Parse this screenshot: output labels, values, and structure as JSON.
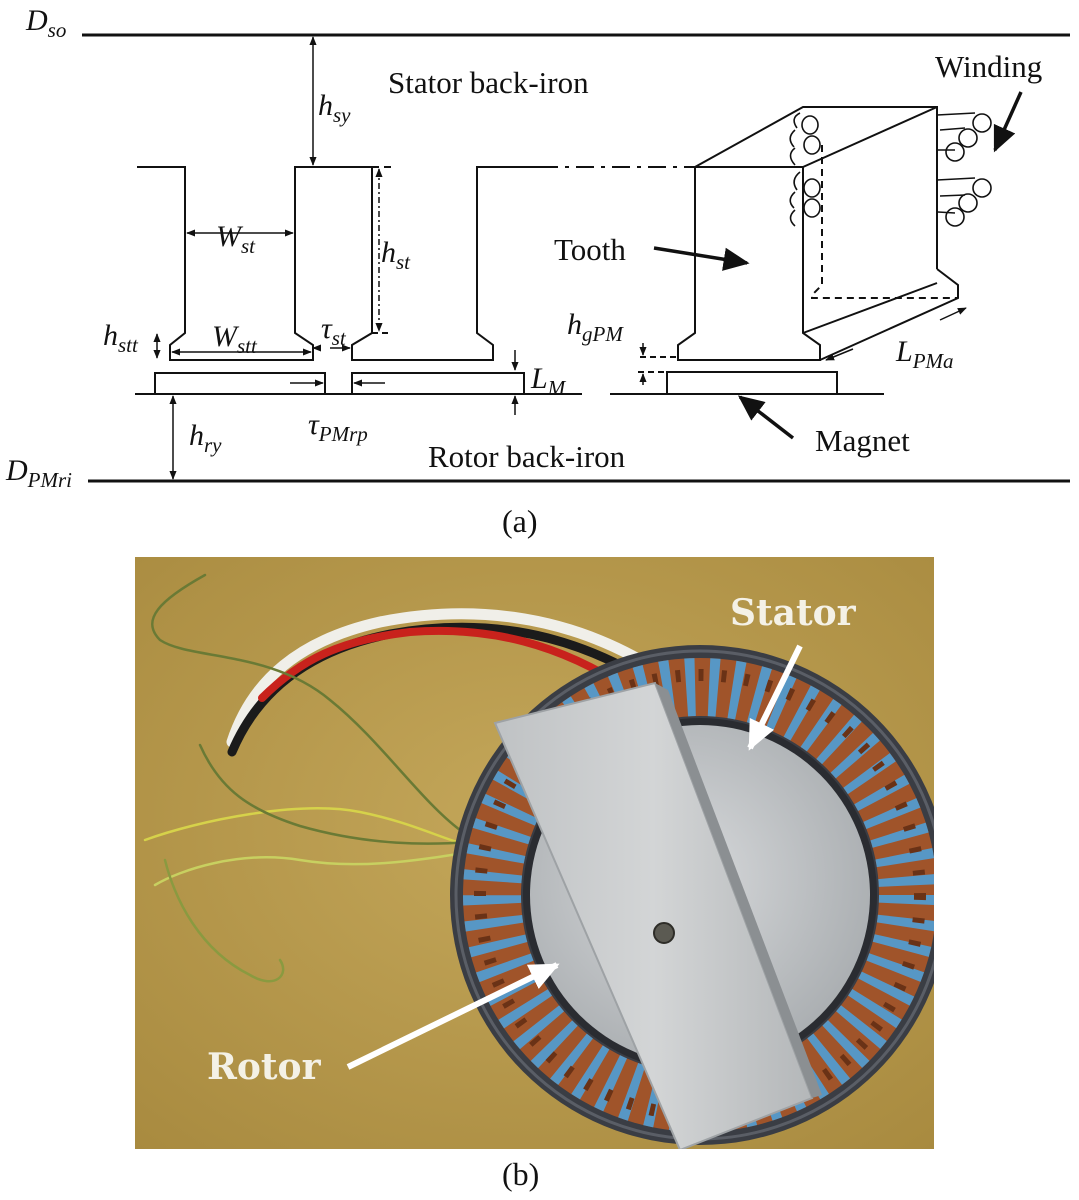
{
  "panel_a": {
    "caption": "(a)",
    "region_labels": {
      "stator_back_iron": "Stator back-iron",
      "rotor_back_iron": "Rotor back-iron",
      "winding": "Winding",
      "tooth": "Tooth",
      "magnet": "Magnet"
    },
    "dimensions": {
      "d_so": {
        "main": "D",
        "sub": "so"
      },
      "h_sy": {
        "main": "h",
        "sub": "sy"
      },
      "w_st": {
        "main": "W",
        "sub": "st"
      },
      "h_st": {
        "main": "h",
        "sub": "st"
      },
      "h_stt": {
        "main": "h",
        "sub": "stt"
      },
      "w_stt": {
        "main": "W",
        "sub": "stt"
      },
      "tau_st": {
        "main": "τ",
        "sub": "st"
      },
      "h_gpm": {
        "main": "h",
        "sub": "gPM"
      },
      "l_m": {
        "main": "L",
        "sub": "M"
      },
      "l_pma": {
        "main": "L",
        "sub": "PMa"
      },
      "tau_pmrp": {
        "main": "τ",
        "sub": "PMrp"
      },
      "h_ry": {
        "main": "h",
        "sub": "ry"
      },
      "d_pmri": {
        "main": "D",
        "sub": "PMri"
      }
    }
  },
  "panel_b": {
    "caption": "(b)",
    "labels": {
      "stator": "Stator",
      "rotor": "Rotor"
    },
    "colors": {
      "background": "#b89a4e",
      "stator_ring": "#3a3d44",
      "winding_copper": "#a0542a",
      "insulation_blue": "#4f9fd6",
      "rotor_disc": "#bfc3c7",
      "aluminium_bar": "#c9ccce",
      "wire_red": "#c8221c",
      "wire_white": "#f0efe9",
      "wire_black": "#1b1b1b",
      "wire_yellow": "#d6d24a"
    }
  }
}
